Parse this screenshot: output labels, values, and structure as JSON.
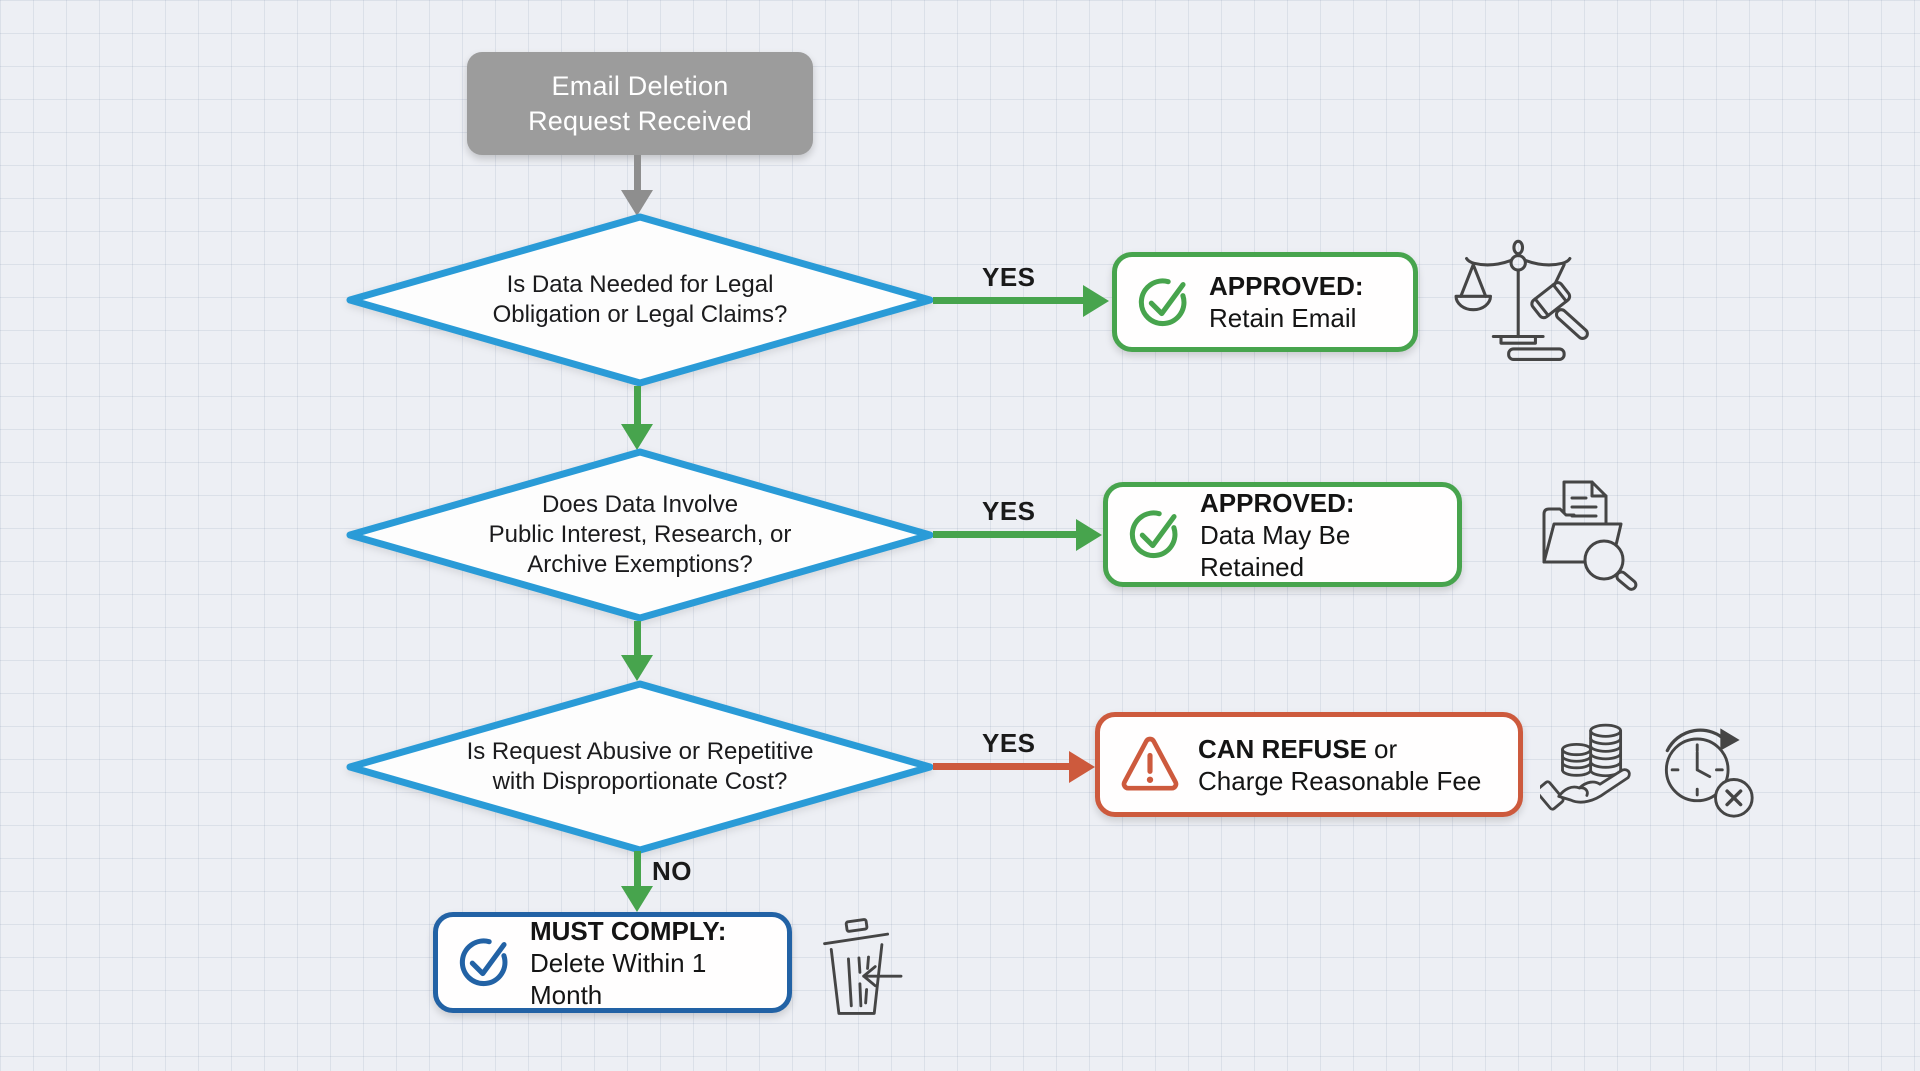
{
  "colors": {
    "background": "#edeff4",
    "grid_line": "#dfe3ec",
    "start_fill": "#9c9c9c",
    "decision_border": "#2a9bd7",
    "approve_green": "#47a44d",
    "refuse_orange": "#cd5a3d",
    "comply_blue": "#2262a5",
    "icon_line": "#454545",
    "text_dark": "#1b1b1d"
  },
  "start_node": {
    "line1": "Email Deletion",
    "line2": "Request Received"
  },
  "decisions": {
    "legal": {
      "line1": "Is Data Needed for Legal",
      "line2": "Obligation or Legal Claims?"
    },
    "exemptions": {
      "line1": "Does Data Involve",
      "line2": "Public Interest, Research, or",
      "line3": "Archive Exemptions?"
    },
    "abusive": {
      "line1": "Is Request Abusive or Repetitive",
      "line2": "with Disproportionate Cost?"
    }
  },
  "edge_labels": {
    "legal_yes": "YES",
    "exemptions_yes": "YES",
    "abusive_yes": "YES",
    "abusive_no": "NO"
  },
  "outcomes": {
    "retain_email": {
      "title": "APPROVED:",
      "subtitle": "Retain Email"
    },
    "retain_data": {
      "title": "APPROVED:",
      "subtitle": "Data May Be Retained"
    },
    "refuse": {
      "title_bold": "CAN REFUSE",
      "title_suffix": "or",
      "subtitle": "Charge Reasonable Fee"
    },
    "comply": {
      "title": "MUST COMPLY:",
      "subtitle": "Delete Within 1 Month"
    }
  },
  "icons": {
    "retain_email_badge": "check-circle-icon",
    "retain_data_badge": "check-circle-icon",
    "refuse_badge": "warning-triangle-icon",
    "comply_badge": "check-circle-icon",
    "legal_theme": "scales-gavel-icon",
    "archive_theme": "folder-search-icon",
    "fee_theme": "coins-hand-icon",
    "deadline_theme": "clock-cancel-icon",
    "delete_theme": "trash-delete-icon"
  }
}
